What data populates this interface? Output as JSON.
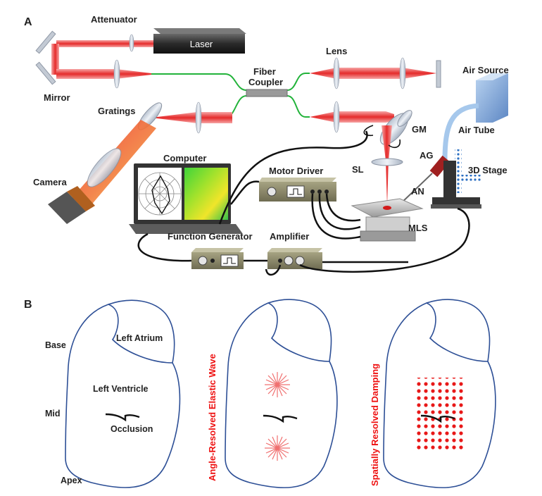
{
  "panel_a": {
    "panel_label": "A",
    "laser": "Laser",
    "attenuator": "Attenuator",
    "mirror": "Mirror",
    "gratings": "Gratings",
    "camera": "Camera",
    "computer": "Computer",
    "fiber_coupler_line1": "Fiber",
    "fiber_coupler_line2": "Coupler",
    "lens": "Lens",
    "air_source": "Air Source",
    "air_tube": "Air Tube",
    "gm": "GM",
    "sl": "SL",
    "ag": "AG",
    "an": "AN",
    "stage": "3D Stage",
    "mls": "MLS",
    "motor_driver": "Motor Driver",
    "function_generator": "Function Generator",
    "amplifier": "Amplifier"
  },
  "panel_b": {
    "panel_label": "B",
    "base": "Base",
    "mid": "Mid",
    "apex": "Apex",
    "left_atrium": "Left Atrium",
    "left_ventricle": "Left Ventricle",
    "occlusion": "Occlusion",
    "caption_elastic": "Angle-Resolved Elastic Wave",
    "caption_damping": "Spatially Resolved Damping"
  },
  "colors": {
    "beam": "#ef3b3b",
    "fiber": "#22b33a",
    "heart_outline": "#2d4f96",
    "caption_red": "#ee1111",
    "device_body": "#8f8c6b"
  }
}
